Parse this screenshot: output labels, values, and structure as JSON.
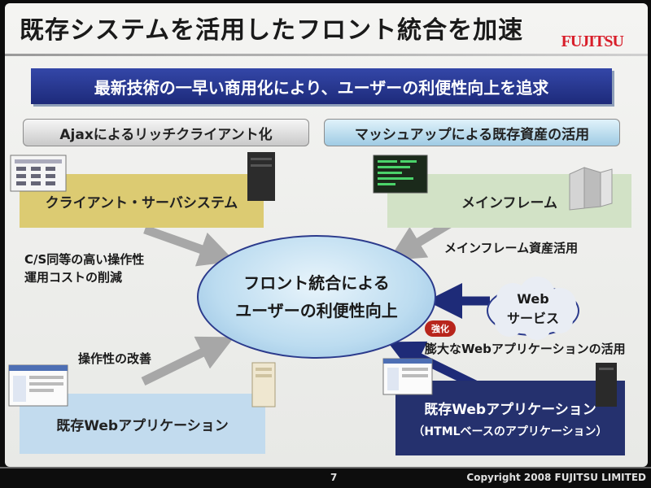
{
  "title": "既存システムを活用したフロント統合を加速",
  "logo": "FUJITSU",
  "banner": "最新技術の一早い商用化により、ユーザーの利便性向上を追求",
  "pill_ajax": "Ajaxによるリッチクライアント化",
  "pill_mashup": "マッシュアップによる既存資産の活用",
  "box_cs": "クライアント・サーバシステム",
  "box_mainframe": "メインフレーム",
  "label_cs": [
    "C/S同等の高い操作性",
    "運用コストの削減"
  ],
  "label_mainframe": "メインフレーム資産活用",
  "center": [
    "フロント統合による",
    "ユーザーの利便性向上"
  ],
  "cloud": [
    "Web",
    "サービス"
  ],
  "badge": "強化",
  "label_web_apps": "膨大なWebアプリケーションの活用",
  "label_operability": "操作性の改善",
  "box_web": "既存Webアプリケーション",
  "box_existing_web": {
    "title": "既存Webアプリケーション",
    "subtitle": "（HTMLベースのアプリケーション）"
  },
  "page_number": "7",
  "copyright": "Copyright 2008 FUJITSU LIMITED",
  "colors": {
    "banner": "#1d2a7a",
    "logo": "#d81e2a",
    "cs_box": "#dccb72",
    "mainframe_box": "#d2e2c6",
    "web_box": "#c2dbee",
    "existing_web_box": "#25316e",
    "badge": "#b8251c"
  }
}
